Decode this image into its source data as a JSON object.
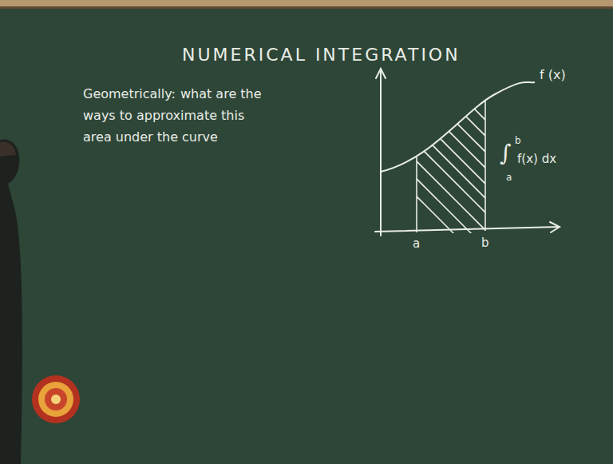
{
  "diagram": {
    "title": "NUMERICAL INTEGRATION",
    "labels": [
      "Geometrically:",
      "what are the ways to approximate this area under the curve",
      "f (x)",
      "b",
      "a",
      "∫",
      "f(x) dx",
      "a",
      "b"
    ]
  }
}
